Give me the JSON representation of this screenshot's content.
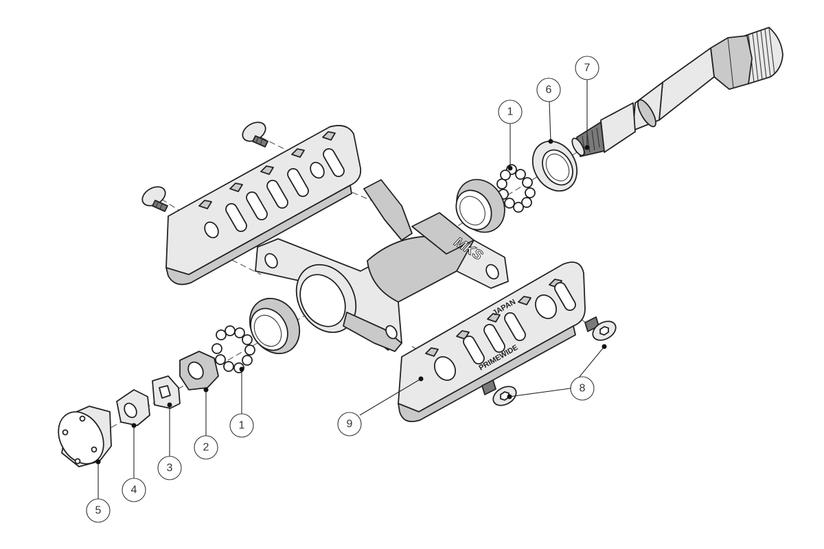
{
  "diagram": {
    "callouts": [
      {
        "id": "c1a",
        "label": "1"
      },
      {
        "id": "c1b",
        "label": "1"
      },
      {
        "id": "c2",
        "label": "2"
      },
      {
        "id": "c3",
        "label": "3"
      },
      {
        "id": "c4",
        "label": "4"
      },
      {
        "id": "c5",
        "label": "5"
      },
      {
        "id": "c6",
        "label": "6"
      },
      {
        "id": "c7",
        "label": "7"
      },
      {
        "id": "c8",
        "label": "8"
      },
      {
        "id": "c9",
        "label": "9"
      }
    ],
    "body_logo": "MKS",
    "plate_text_1": "JAPAN",
    "plate_text_2": "PRIMEWIDE"
  }
}
